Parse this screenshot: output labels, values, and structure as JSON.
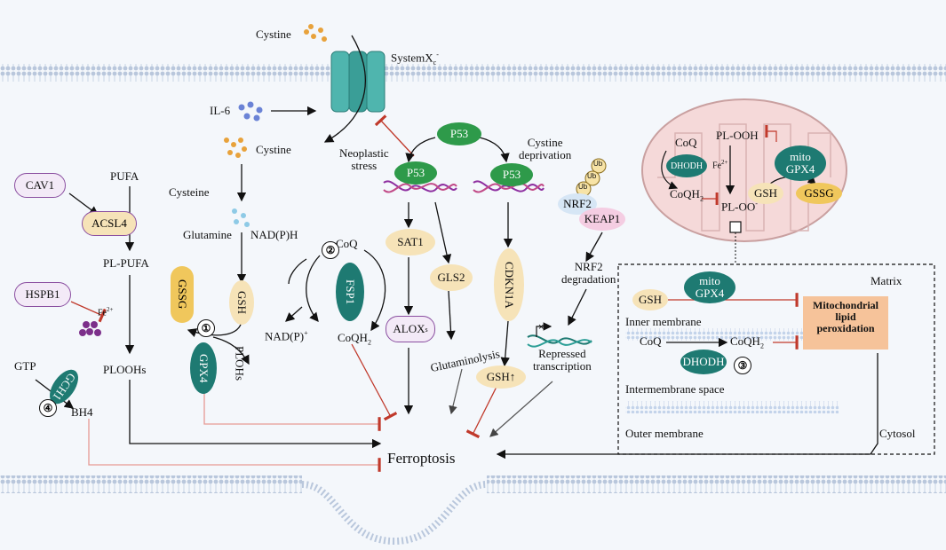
{
  "labels": {
    "cystine_top": "Cystine",
    "system_xc": "SystemX",
    "system_xc_sub": "c",
    "system_xc_sup": "-",
    "il6": "IL-6",
    "cystine_mid": "Cystine",
    "cysteine": "Cysteine",
    "glutamine": "Glutamine",
    "nadph": "NAD(P)H",
    "nadp": "NAD(P)",
    "nadp_sup": "+",
    "coq": "CoQ",
    "coqh2": "CoQH",
    "coqh2_sub": "2",
    "pufa": "PUFA",
    "pl_pufa": "PL-PUFA",
    "fe2": "Fe",
    "fe2_sup": "2+",
    "ploohs": "PLOOHs",
    "plohs": "PLOHs",
    "gtp": "GTP",
    "bh4": "BH4",
    "neoplastic_stress": "Neoplastic\nstress",
    "cystine_deprivation": "Cystine\ndeprivation",
    "glutaminolysis": "Glutaminolysis",
    "nrf2_degradation": "NRF2\ndegradation",
    "repressed_transcription": "Repressed\ntranscription",
    "ferroptosis": "Ferroptosis",
    "mito_coq": "CoQ",
    "mito_coqh2": "CoQH",
    "mito_pl_ooh": "PL-OOH",
    "mito_fe2": "Fe",
    "mito_pl_oo": "PL-OO",
    "mito_pl_oo_sup": "-",
    "matrix": "Matrix",
    "inner_membrane": "Inner membrane",
    "intermembrane_space": "Intermembrane space",
    "outer_membrane": "Outer membrane",
    "cytosol": "Cytosol",
    "box_coq": "CoQ",
    "box_coqh2": "CoQH",
    "mito_lipid_peroxidation": "Mitochondrial\nlipid\nperoxidation"
  },
  "proteins": {
    "cav1": "CAV1",
    "acsl4": "ACSL4",
    "hspb1": "HSPB1",
    "gch1": "GCH1",
    "gssg": "GSSG",
    "gsh": "GSH",
    "gpx4": "GPX4",
    "fsp1": "FSP1",
    "p53_top": "P53",
    "p53_left": "P53",
    "p53_right": "P53",
    "sat1": "SAT1",
    "gls2": "GLS2",
    "alox": "ALOX",
    "alox_sub": "s",
    "cdkn1a": "CDKN1A",
    "gsh_up": "GSH↑",
    "nrf2": "NRF2",
    "keap1": "KEAP1",
    "ub": "Ub",
    "mito_dhodh": "DHODH",
    "mito_gpx4": "mito\nGPX4",
    "mito_gsh": "GSH",
    "mito_gssg": "GSSG",
    "box_gsh": "GSH",
    "box_mito_gpx4": "mito\nGPX4",
    "box_dhodh": "DHODH"
  },
  "steps": [
    "①",
    "②",
    "③",
    "④"
  ],
  "colors": {
    "activation_arrow": "#111111",
    "inhibition": "#c0392b",
    "p53": "#2e9a4a",
    "enzyme_teal": "#1e7a72",
    "metabolite_cream": "#f6e3b8",
    "membrane": "#c6d3e6",
    "mitochondrion": "#f5d9d9",
    "peroxidation_box": "#f6c39a"
  },
  "icons": [
    "systemxc-transporter-icon",
    "cystine-dots-icon",
    "il6-dots-icon",
    "cysteine-dots-icon",
    "iron-cluster-icon",
    "dna-helix-icon",
    "mitochondrion-icon",
    "ubiquitin-icon"
  ]
}
